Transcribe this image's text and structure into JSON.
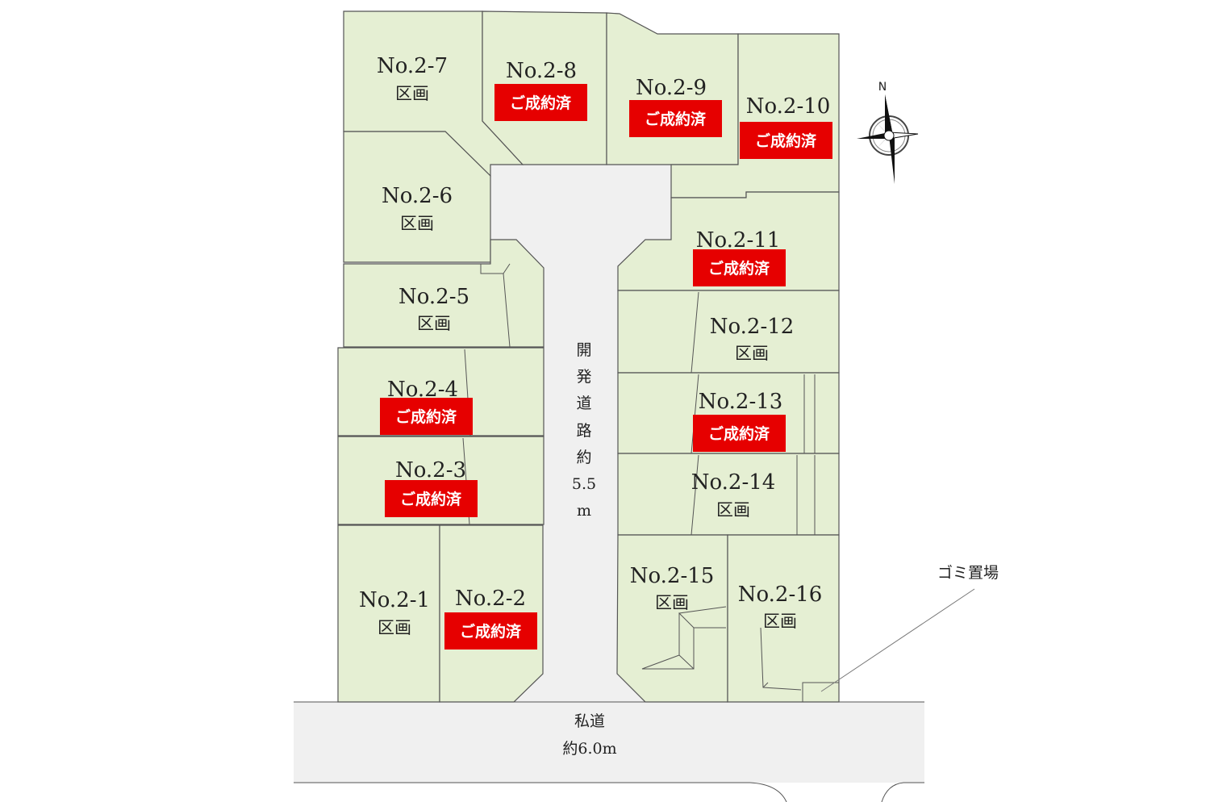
{
  "lots": {
    "l1": {
      "no": "No.2-1",
      "status": "区画"
    },
    "l2": {
      "no": "No.2-2",
      "status": "ご成約済"
    },
    "l3": {
      "no": "No.2-3",
      "status": "ご成約済"
    },
    "l4": {
      "no": "No.2-4",
      "status": "ご成約済"
    },
    "l5": {
      "no": "No.2-5",
      "status": "区画"
    },
    "l6": {
      "no": "No.2-6",
      "status": "区画"
    },
    "l7": {
      "no": "No.2-7",
      "status": "区画"
    },
    "l8": {
      "no": "No.2-8",
      "status": "ご成約済"
    },
    "l9": {
      "no": "No.2-9",
      "status": "ご成約済"
    },
    "l10": {
      "no": "No.2-10",
      "status": "ご成約済"
    },
    "l11": {
      "no": "No.2-11",
      "status": "ご成約済"
    },
    "l12": {
      "no": "No.2-12",
      "status": "区画"
    },
    "l13": {
      "no": "No.2-13",
      "status": "ご成約済"
    },
    "l14": {
      "no": "No.2-14",
      "status": "区画"
    },
    "l15": {
      "no": "No.2-15",
      "status": "区画"
    },
    "l16": {
      "no": "No.2-16",
      "status": "区画"
    }
  },
  "dev_road": [
    "開",
    "発",
    "道",
    "路",
    "約",
    "5.5",
    "m"
  ],
  "private_road": {
    "name": "私道",
    "width": "約6.0m"
  },
  "garbage": "ゴミ置場",
  "compass": "N",
  "colors": {
    "lot": "#e5efd3",
    "sold": "#e60000",
    "road": "#f0f0f0"
  }
}
